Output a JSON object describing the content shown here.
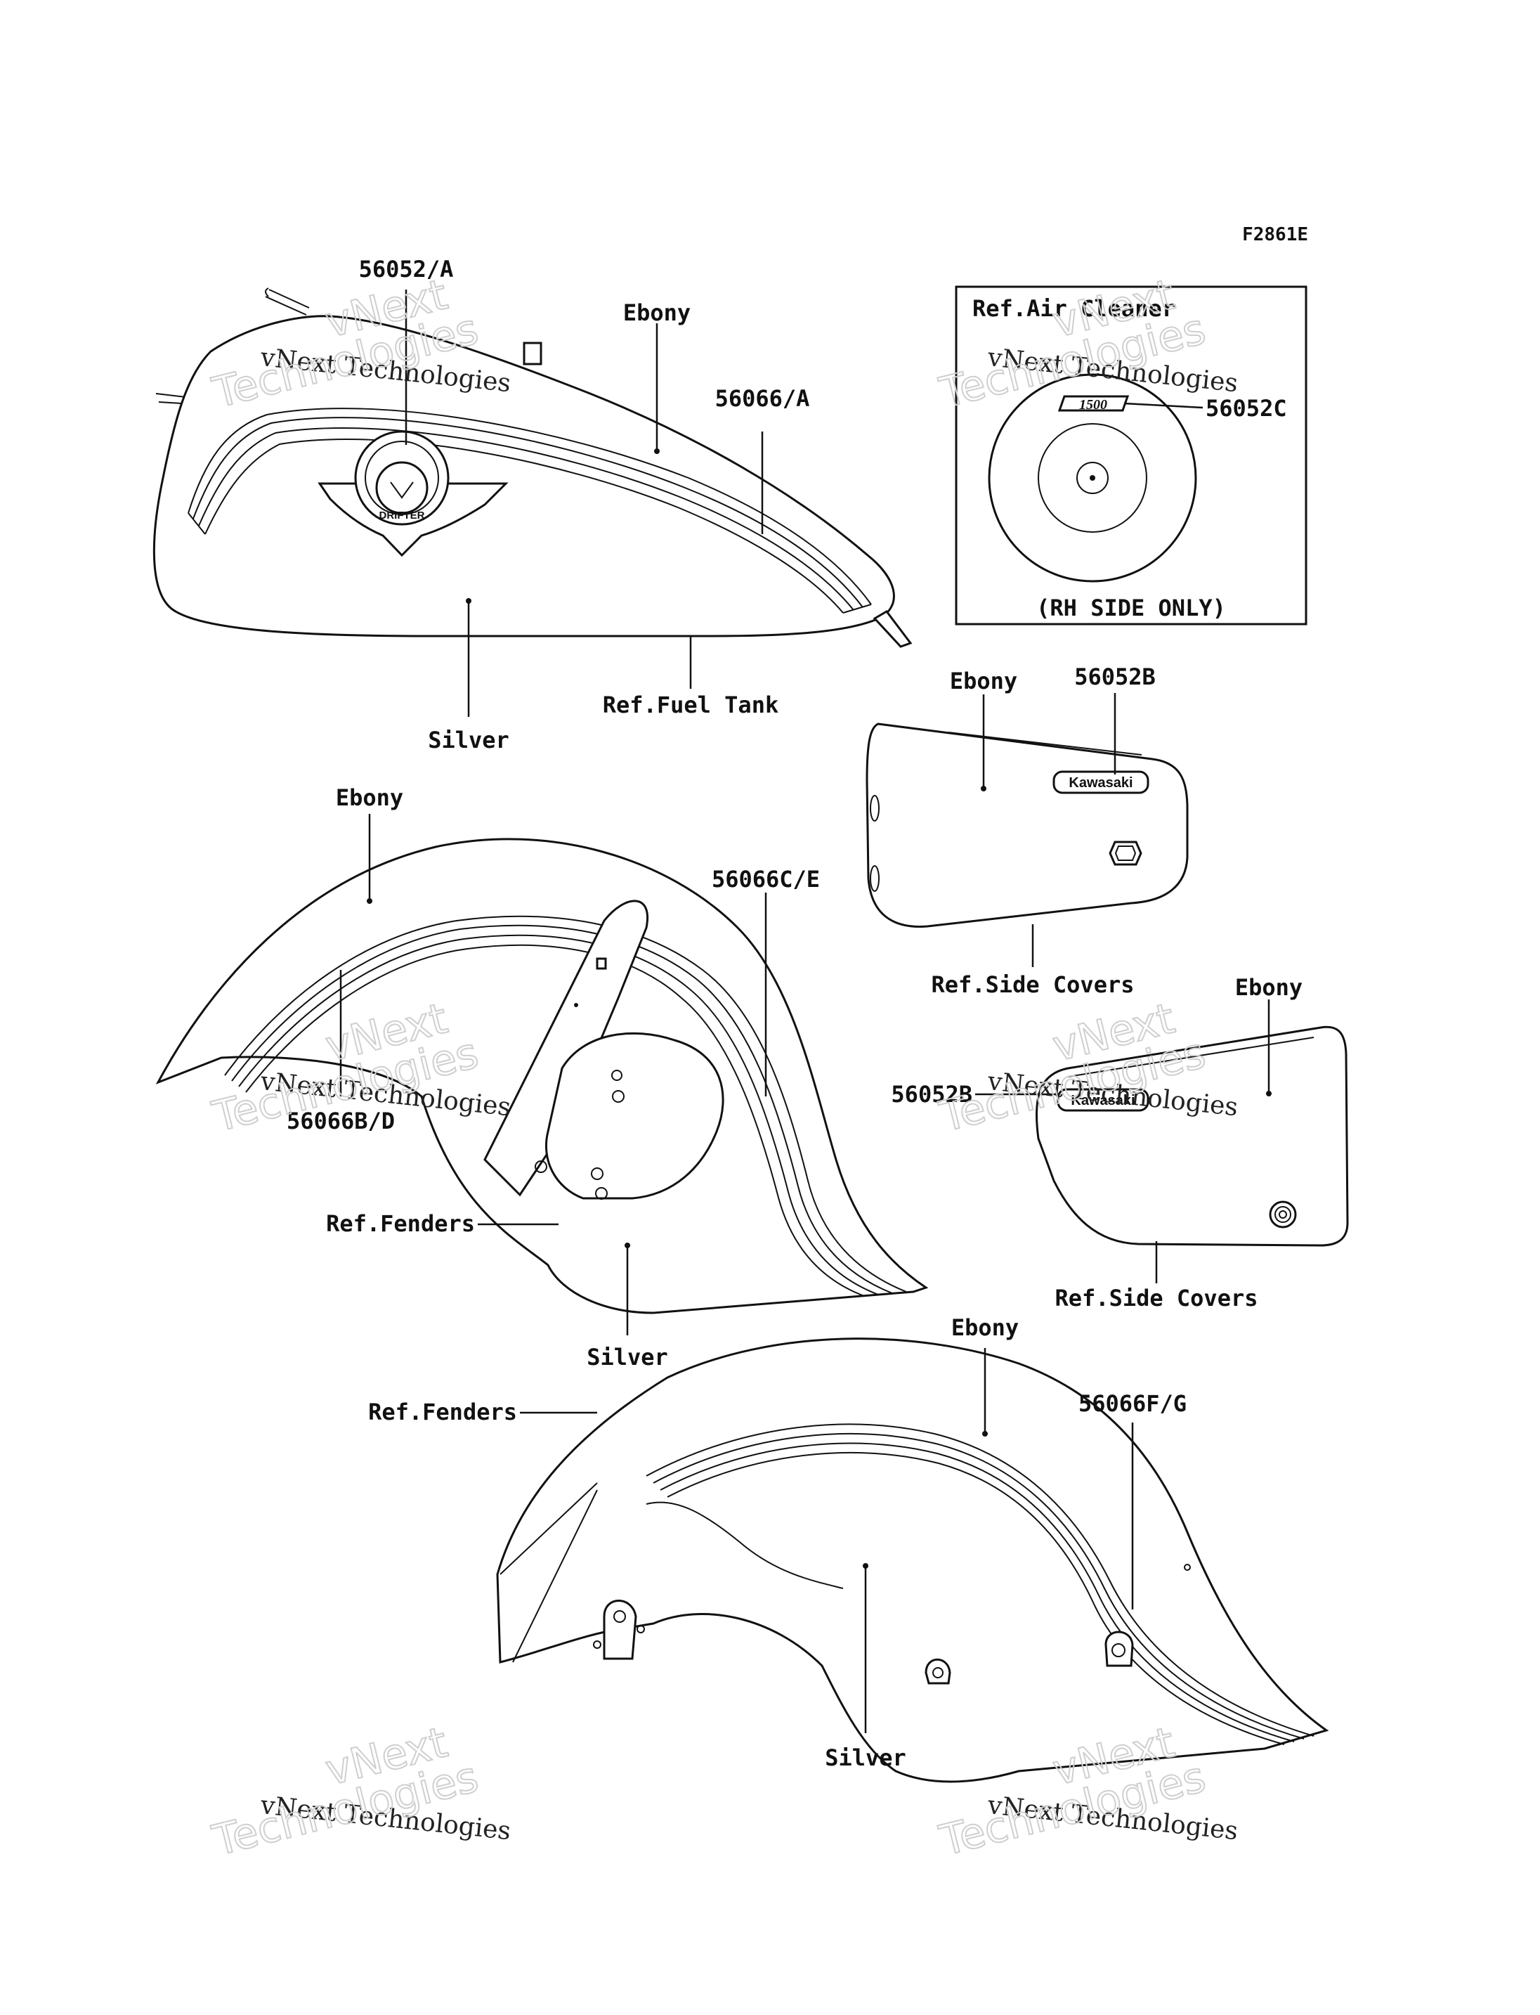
{
  "figure_code": "F2861E",
  "parts": {
    "fuel_tank_emblem": "56052/A",
    "fuel_tank_stripe": "56066/A",
    "air_cleaner_decal": "56052C",
    "side_cover_decal_upper": "56052B",
    "side_cover_decal_lower": "56052B",
    "front_fender_stripe_right": "56066C/E",
    "front_fender_stripe_left": "56066B/D",
    "rear_fender_stripe": "56066F/G"
  },
  "references": {
    "air_cleaner": "Ref.Air Cleaner",
    "rh_side_only": "(RH SIDE ONLY)",
    "fuel_tank": "Ref.Fuel Tank",
    "side_covers_upper": "Ref.Side Covers",
    "side_covers_lower": "Ref.Side Covers",
    "fenders_front": "Ref.Fenders",
    "fenders_rear": "Ref.Fenders"
  },
  "colors": {
    "tank_top": "Ebony",
    "tank_bottom": "Silver",
    "side_cover_upper": "Ebony",
    "side_cover_lower": "Ebony",
    "front_fender_top": "Ebony",
    "front_fender_bottom": "Silver",
    "rear_fender_top": "Ebony",
    "rear_fender_bottom": "Silver"
  },
  "decal_text": {
    "tank_emblem": "DRIFTER",
    "side_cover_logo_upper": "Kawasaki",
    "side_cover_logo_lower": "Kawasaki",
    "air_cleaner_badge": "1500"
  },
  "watermark": {
    "line1": "vNext",
    "line2": "vNext Technologies",
    "line3": "Technologies"
  }
}
